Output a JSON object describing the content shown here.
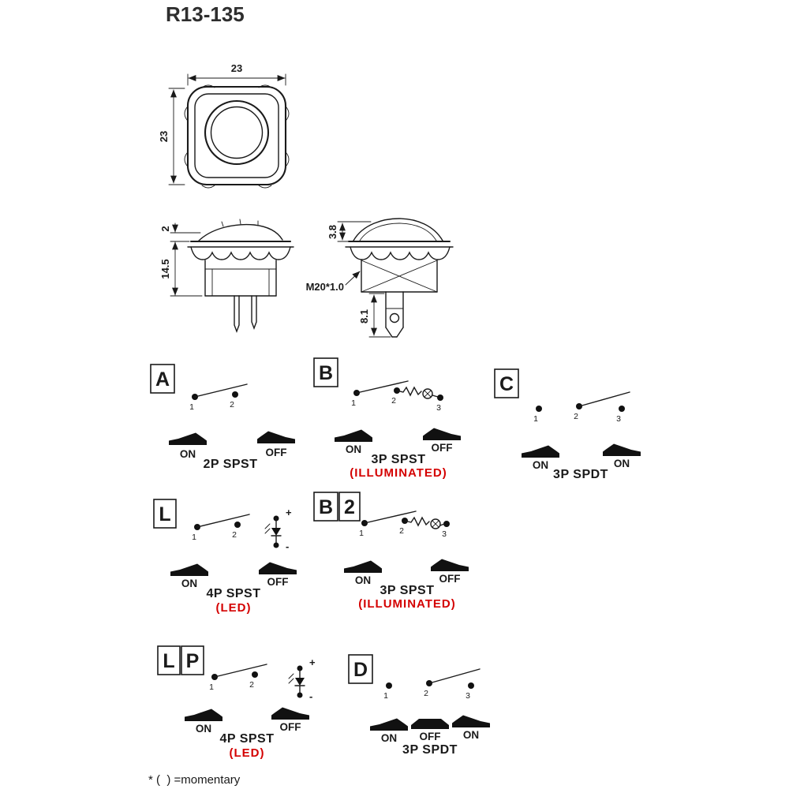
{
  "title": "R13-135",
  "footnote": "* (  ) =momentary",
  "colors": {
    "ink": "#1a1a1a",
    "red": "#d40000"
  },
  "top_view": {
    "dim_width": "23",
    "dim_height": "23"
  },
  "front_view": {
    "dim_cap": "2",
    "dim_body": "14.5"
  },
  "side_view": {
    "dim_cap": "3.8",
    "thread_label": "M20*1.0",
    "dim_terminal": "8.1"
  },
  "panels": {
    "a": {
      "label": "A",
      "t1": "1",
      "t2": "2",
      "on": "ON",
      "off": "OFF",
      "type": "2P SPST"
    },
    "b": {
      "label": "B",
      "t1": "1",
      "t2": "2",
      "t3": "3",
      "on": "ON",
      "off": "OFF",
      "type": "3P SPST",
      "subtype": "(ILLUMINATED)"
    },
    "c": {
      "label": "C",
      "t1": "1",
      "t2": "2",
      "t3": "3",
      "on_left": "ON",
      "on_right": "ON",
      "type": "3P SPDT"
    },
    "l": {
      "label": "L",
      "t1": "1",
      "t2": "2",
      "plus": "+",
      "minus": "-",
      "on": "ON",
      "off": "OFF",
      "type": "4P SPST",
      "subtype": "(LED)"
    },
    "b2": {
      "label_1": "B",
      "label_2": "2",
      "t1": "1",
      "t2": "2",
      "t3": "3",
      "on": "ON",
      "off": "OFF",
      "type": "3P SPST",
      "subtype": "(ILLUMINATED)"
    },
    "lp": {
      "label_1": "L",
      "label_2": "P",
      "t1": "1",
      "t2": "2",
      "plus": "+",
      "minus": "-",
      "on": "ON",
      "off": "OFF",
      "type": "4P SPST",
      "subtype": "(LED)"
    },
    "d": {
      "label": "D",
      "t1": "1",
      "t2": "2",
      "t3": "3",
      "on_left": "ON",
      "off": "OFF",
      "on_right": "ON",
      "type": "3P SPDT"
    }
  }
}
